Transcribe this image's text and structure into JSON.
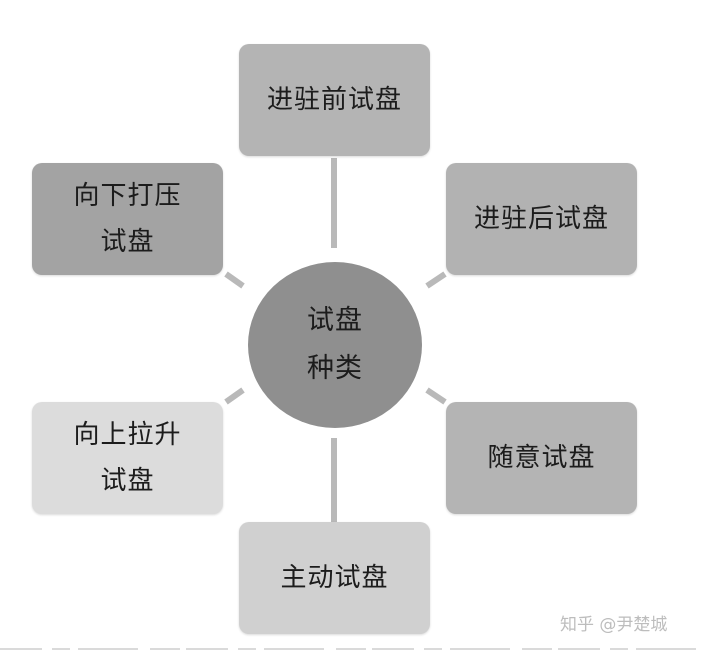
{
  "center": {
    "line1": "试盘",
    "line2": "种类",
    "color": "#8f8f8f"
  },
  "nodes": {
    "top": {
      "line1": "进驻前试盘",
      "color": "#b4b4b4"
    },
    "top_right": {
      "line1": "进驻后试盘",
      "color": "#b2b2b2"
    },
    "top_left": {
      "line1": "向下打压",
      "line2": "试盘",
      "color": "#a3a3a3"
    },
    "bottom_left": {
      "line1": "向上拉升",
      "line2": "试盘",
      "color": "#dcdcdc"
    },
    "bottom_right": {
      "line1": "随意试盘",
      "color": "#b4b4b4"
    },
    "bottom": {
      "line1": "主动试盘",
      "color": "#d0d0d0"
    }
  },
  "connector_color": "#b9b9b9",
  "watermark": "知乎 @尹楚城"
}
